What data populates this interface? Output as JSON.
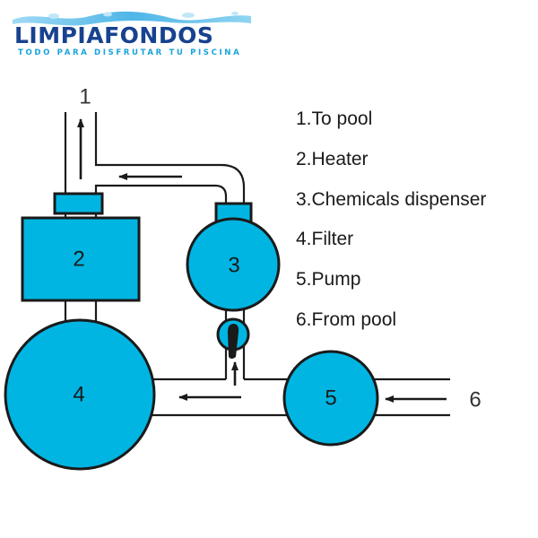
{
  "logo": {
    "title": "LIMPIAFONDOS",
    "tagline": "TODO PARA DISFRUTAR TU PISCINA",
    "title_color": "#17428f",
    "tagline_color": "#1aa3dc",
    "icon": "water-splash-icon"
  },
  "diagram": {
    "fill_color": "#00b5e2",
    "stroke_color": "#1a1a1a",
    "components": [
      {
        "id": "1",
        "name": "To pool"
      },
      {
        "id": "2",
        "name": "Heater"
      },
      {
        "id": "3",
        "name": "Chemicals dispenser"
      },
      {
        "id": "4",
        "name": "Filter"
      },
      {
        "id": "5",
        "name": "Pump"
      },
      {
        "id": "6",
        "name": "From pool"
      }
    ],
    "labels": {
      "to_pool": "1",
      "heater": "2",
      "dispenser": "3",
      "filter": "4",
      "pump": "5",
      "from_pool": "6"
    }
  },
  "legend": {
    "items": [
      "1.To pool",
      "2.Heater",
      "3.Chemicals dispenser",
      "4.Filter",
      "5.Pump",
      "6.From pool"
    ]
  }
}
